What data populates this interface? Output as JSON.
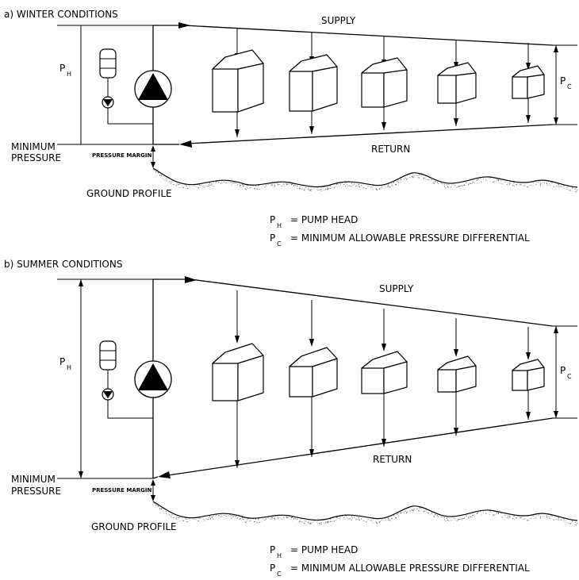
{
  "panels": [
    {
      "id": "winter",
      "heading": "a) WINTER CONDITIONS",
      "supply_label": "SUPPLY",
      "return_label": "RETURN",
      "pump_head_label": "P",
      "pump_head_sub": "H",
      "differential_label": "P",
      "differential_sub": "C",
      "minimum_pressure_label": [
        "MINIMUM",
        "PRESSURE"
      ],
      "pressure_margin_label": "PRESSURE MARGIN",
      "ground_profile_label": "GROUND PROFILE",
      "buildings": 5
    },
    {
      "id": "summer",
      "heading": "b) SUMMER CONDITIONS",
      "supply_label": "SUPPLY",
      "return_label": "RETURN",
      "pump_head_label": "P",
      "pump_head_sub": "H",
      "differential_label": "P",
      "differential_sub": "C",
      "minimum_pressure_label": [
        "MINIMUM",
        "PRESSURE"
      ],
      "pressure_margin_label": "PRESSURE MARGIN",
      "ground_profile_label": "GROUND PROFILE",
      "buildings": 5
    }
  ],
  "legend": [
    {
      "symbol": "P",
      "sub": "H",
      "text": "=  PUMP HEAD"
    },
    {
      "symbol": "P",
      "sub": "C",
      "text": "=  MINIMUM ALLOWABLE PRESSURE DIFFERENTIAL"
    }
  ],
  "icons": [
    "expansion-tank-icon",
    "check-valve-icon",
    "pump-icon",
    "building-icon"
  ]
}
